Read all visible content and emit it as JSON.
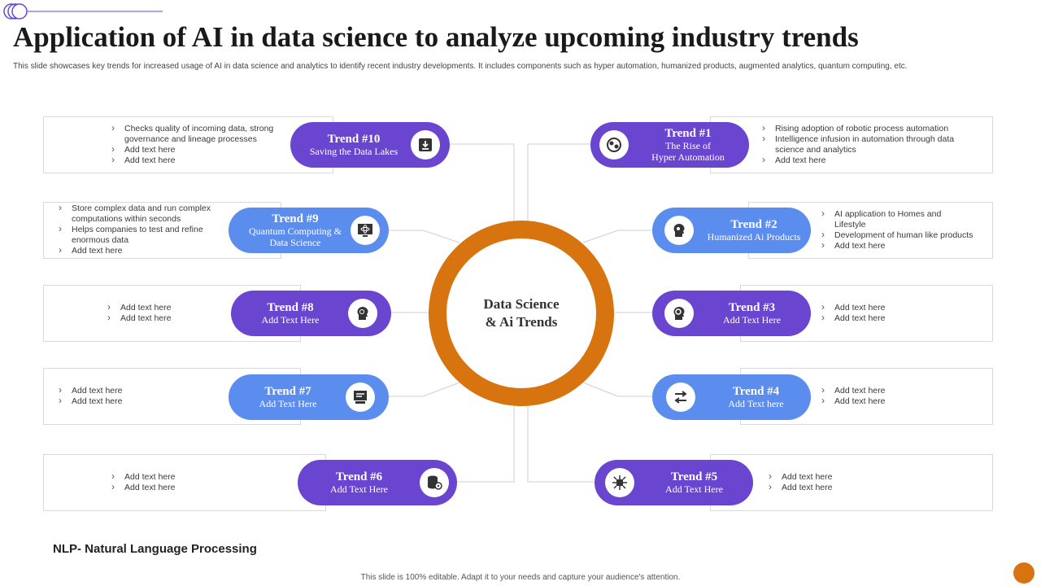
{
  "title": "Application of AI in data science to analyze upcoming industry trends",
  "subtitle": "This slide showcases key trends for increased usage of AI in data science and analytics to identify recent industry developments. It includes components such as hyper automation, humanized products, augmented analytics, quantum computing, etc.",
  "center": {
    "line1": "Data Science",
    "line2": "& Ai Trends"
  },
  "colors": {
    "dark_pill": "#6a45d0",
    "light_pill": "#5b8def",
    "ring": "#d8740f"
  },
  "trends": [
    {
      "title": "Trend #1",
      "sub1": "The Rise of",
      "sub2": "Hyper Automation",
      "icon": "gears-icon",
      "color": "dark",
      "bullets": [
        "Rising adoption of robotic process automation",
        "Intelligence infusion in automation through data science and analytics",
        "Add text here"
      ]
    },
    {
      "title": "Trend #2",
      "sub1": "Humanized Ai Products",
      "icon": "ai-head-icon",
      "color": "light",
      "bullets": [
        "AI application to Homes and Lifestyle",
        "Development of human like products",
        "Add text here"
      ]
    },
    {
      "title": "Trend #3",
      "sub1": "Add Text Here",
      "icon": "brain-gear-icon",
      "color": "dark",
      "bullets": [
        "Add text here",
        "Add text here"
      ]
    },
    {
      "title": "Trend #4",
      "sub1": "Add Text here",
      "icon": "transfer-arrows-icon",
      "color": "light",
      "bullets": [
        "Add text here",
        "Add text here"
      ]
    },
    {
      "title": "Trend #5",
      "sub1": "Add Text Here",
      "icon": "chip-icon",
      "color": "dark",
      "bullets": [
        "Add text here",
        "Add text here"
      ]
    },
    {
      "title": "Trend #6",
      "sub1": "Add Text Here",
      "icon": "database-settings-icon",
      "color": "dark",
      "bullets": [
        "Add text here",
        "Add text here"
      ]
    },
    {
      "title": "Trend #7",
      "sub1": "Add Text Here",
      "icon": "data-analysis-icon",
      "color": "light",
      "bullets": [
        "Add text here",
        "Add text here"
      ]
    },
    {
      "title": "Trend #8",
      "sub1": "Add Text Here",
      "icon": "brain-head-icon",
      "color": "dark",
      "bullets": [
        "Add text here",
        "Add text here"
      ]
    },
    {
      "title": "Trend #9",
      "sub1": "Quantum Computing &",
      "sub2": "Data Science",
      "icon": "monitor-atom-icon",
      "color": "light",
      "bullets": [
        "Store complex data and run complex computations within seconds",
        "Helps companies to test and refine enormous data",
        "Add text here"
      ]
    },
    {
      "title": "Trend #10",
      "sub1": "Saving the Data Lakes",
      "icon": "download-icon",
      "color": "dark",
      "bullets": [
        "Checks quality of incoming data, strong governance and lineage processes",
        "Add text here",
        "Add text here"
      ]
    }
  ],
  "nlp": "NLP- Natural Language Processing",
  "footer": "This slide is 100% editable. Adapt it to your needs and capture your audience's attention."
}
